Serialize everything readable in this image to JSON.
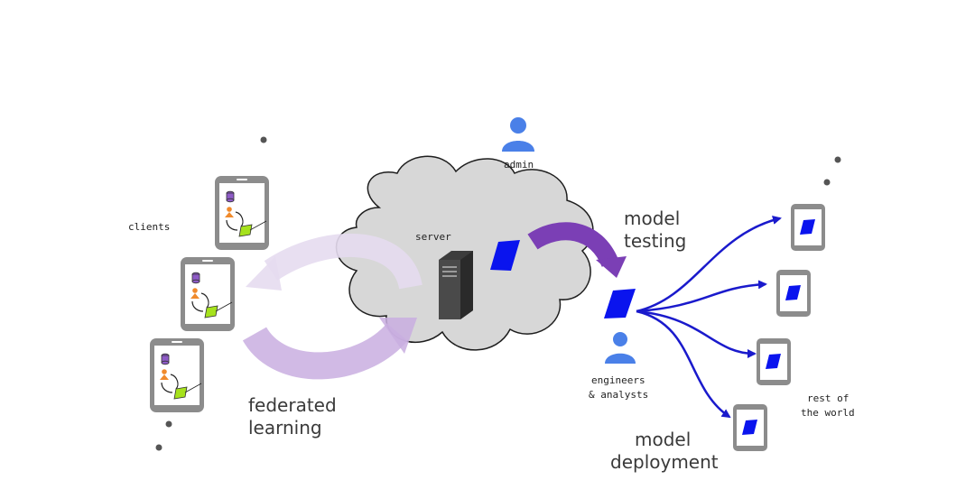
{
  "labels": {
    "admin": "admin",
    "clients": "clients",
    "server": "server",
    "model_testing_line1": "model",
    "model_testing_line2": "testing",
    "federated_line1": "federated",
    "federated_line2": "learning",
    "engineers_line1": "engineers",
    "engineers_line2": "& analysts",
    "rest_line1": "rest of",
    "rest_line2": "the world",
    "deployment_line1": "model",
    "deployment_line2": "deployment"
  },
  "icons": {
    "person": "person-icon",
    "phone": "phone-icon",
    "server": "server-rack-icon",
    "model": "model-parallelogram-icon",
    "cloud": "cloud-icon"
  },
  "colors": {
    "model_blue": "#0a14ee",
    "arrow_blue": "#1a1acc",
    "person_blue": "#4a80e8",
    "purple_dark": "#7b3fb5",
    "purple_light": "#c9aee0",
    "cloud_fill": "#d7d7d7",
    "phone_frame": "#8c8c8c",
    "dot_gray": "#555555"
  }
}
